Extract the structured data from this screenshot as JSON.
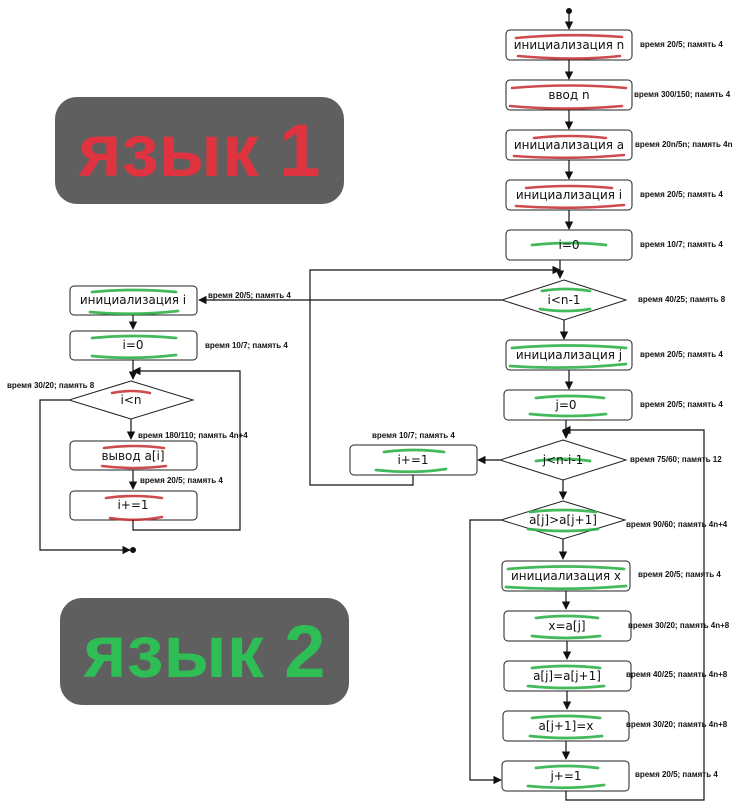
{
  "banners": {
    "lang1": {
      "text": "язык 1",
      "bg": "#5f5f5f",
      "color": "#e03340"
    },
    "lang2": {
      "text": "язык 2",
      "bg": "#5f5f5f",
      "color": "#2fbd55"
    }
  },
  "right": {
    "init_n": "инициализация n",
    "input_n": "ввод n",
    "init_a": "инициализация a",
    "init_i": "инициализация i",
    "i0": "i=0",
    "cond_i": "i<n-1",
    "init_j": "инициализация j",
    "j0": "j=0",
    "cond_j": "j<n-i-1",
    "i_inc": "i+=1",
    "cond_swap": "a[j]>a[j+1]",
    "init_x": "инициализация x",
    "x_assign": "x=a[j]",
    "a_assign": "a[j]=a[j+1]",
    "a1_assign": "a[j+1]=x",
    "j_inc": "j+=1"
  },
  "left": {
    "init_i": "инициализация i",
    "i0": "i=0",
    "cond_i": "i<n",
    "output": "вывод a[i]",
    "i_inc": "i+=1"
  },
  "notes": {
    "init_n": "время 20/5; память 4",
    "input_n": "время  300/150; память 4",
    "init_a": "время 20n/5n; память 4n",
    "init_i": "время 20/5; память 4",
    "i0": "время 10/7; память 4",
    "cond_i": "время 40/25; память 8",
    "init_j": "время 20/5; память 4",
    "j0": "время 20/5; память 4",
    "cond_j": "время 75/60; память 12",
    "i_inc": "время 10/7; память 4",
    "cond_swap": "время 90/60; память 4n+4",
    "init_x": "время 20/5; память 4",
    "x_assign": "время 30/20; память 4n+8",
    "a_assign": "время 40/25; память 4n+8",
    "a1_assign": "время 30/20; память 4n+8",
    "j_inc": "время 20/5; память 4",
    "l_init_i": "время 20/5; память 4",
    "l_i0": "время 10/7; память 4",
    "l_cond": "время 30/20; память 8",
    "l_output": "время 180/110; память 4n+4",
    "l_i_inc": "время 20/5; память 4"
  }
}
